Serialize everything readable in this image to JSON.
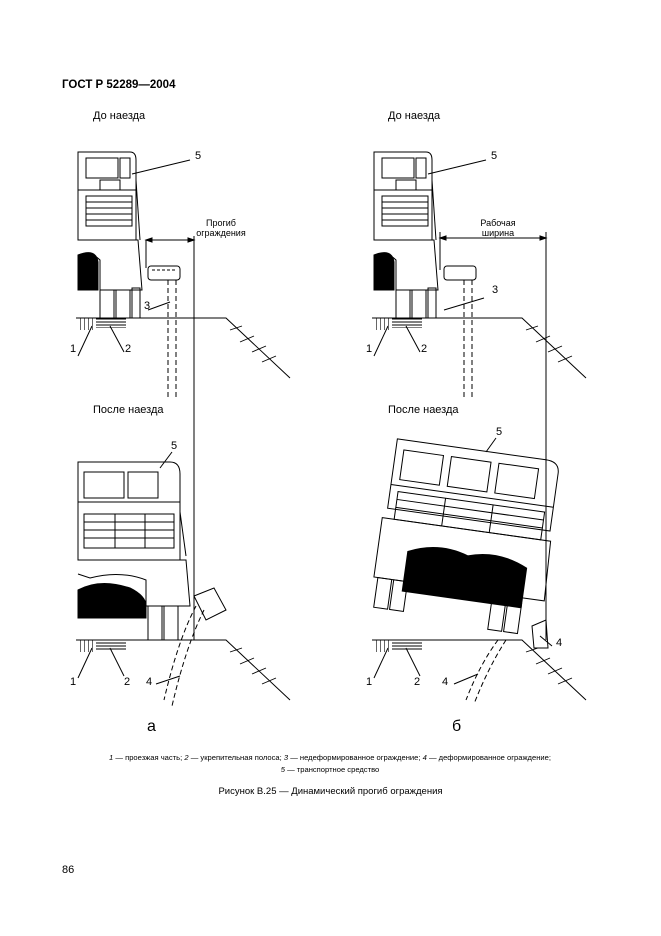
{
  "header": {
    "doc_code": "ГОСТ Р 52289—2004"
  },
  "panels": {
    "top_left_title": "До наезда",
    "top_right_title": "До наезда",
    "bottom_left_title": "После наезда",
    "bottom_right_title": "После наезда",
    "deflection_label_line1": "Прогиб",
    "deflection_label_line2": "ограждения",
    "working_width_line1": "Рабочая",
    "working_width_line2": "ширина"
  },
  "callouts": {
    "n1": "1",
    "n2": "2",
    "n3": "3",
    "n4": "4",
    "n5": "5"
  },
  "subfigures": {
    "a": "а",
    "b": "б"
  },
  "legend": {
    "i1": "1",
    "t1": " — проезжая часть; ",
    "i2": "2",
    "t2": " — укрепительная полоса; ",
    "i3": "3",
    "t3": " — недеформированное ограждение; ",
    "i4": "4",
    "t4": " — деформированное ограждение;",
    "i5": "5",
    "t5": " — транспортное средство"
  },
  "figure_title": "Рисунок В.25 — Динамический прогиб ограждения",
  "page_number": "86"
}
